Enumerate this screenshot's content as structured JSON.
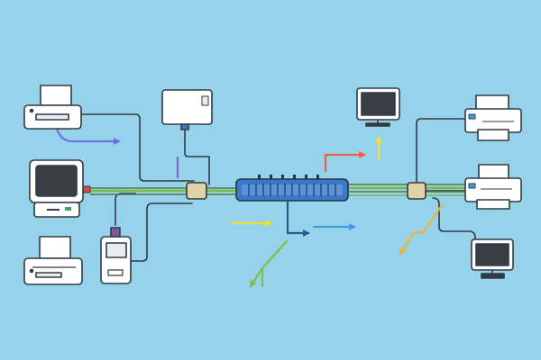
{
  "diagram": {
    "background": "#96d2ea",
    "devices": [
      {
        "id": "printer-top-left",
        "kind": "printer"
      },
      {
        "id": "monitor-crt-left",
        "kind": "crt-monitor"
      },
      {
        "id": "printer-bottom-left",
        "kind": "printer"
      },
      {
        "id": "router-top",
        "kind": "router"
      },
      {
        "id": "handheld-device",
        "kind": "handheld"
      },
      {
        "id": "network-switch",
        "kind": "switch"
      },
      {
        "id": "monitor-top-center",
        "kind": "monitor"
      },
      {
        "id": "printer-top-right",
        "kind": "printer"
      },
      {
        "id": "printer-mid-right",
        "kind": "printer"
      },
      {
        "id": "monitor-bottom-right",
        "kind": "monitor"
      }
    ],
    "arrows": [
      {
        "id": "blue-violet",
        "color": "#6d74dd"
      },
      {
        "id": "yellow",
        "color": "#f3dc3a"
      },
      {
        "id": "navy",
        "color": "#255d8a"
      },
      {
        "id": "sky-blue",
        "color": "#3b9ee0"
      },
      {
        "id": "green",
        "color": "#7cbf4a"
      },
      {
        "id": "red-orange",
        "color": "#ee6047"
      },
      {
        "id": "bright-yellow",
        "color": "#f4e23a"
      },
      {
        "id": "amber",
        "color": "#eeb43a"
      }
    ],
    "colors": {
      "outline": "#333a44",
      "device_fill": "#ffffff",
      "screen": "#3a3e44",
      "switch_body": "#3b78c8",
      "coupler": "#ddd2a8",
      "backbone_green": "#7fb84a",
      "backbone_dark": "#4e7f35"
    }
  }
}
